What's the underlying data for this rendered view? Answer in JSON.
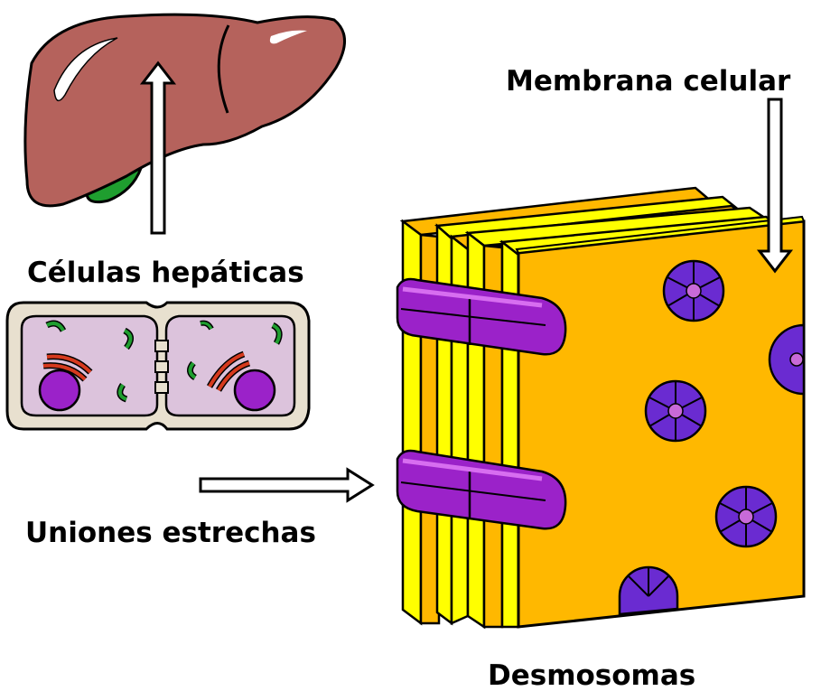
{
  "labels": {
    "liver_cells": "Células hepáticas",
    "cell_membrane": "Membrana celular",
    "tight_junctions": "Uniones estrechas",
    "desmosomes": "Desmosomas"
  },
  "colors": {
    "liver": "#b5625c",
    "liver_highlight": "#ffffff",
    "gallbladder": "#1f9e2f",
    "cell_wall": "#e8e0cf",
    "cytoplasm": "#dcc3dc",
    "nucleus": "#9b22c9",
    "organelle_green": "#1f9e2f",
    "organelle_red": "#d63a1e",
    "membrane_face": "#ffb800",
    "membrane_edge": "#ffff00",
    "junction_band": "#9b22c9",
    "desmosome": "#6a2bd1",
    "desmosome_core": "#c86ad8"
  },
  "icons": [
    "liver-icon",
    "cell-pair-icon",
    "membrane-stack-icon",
    "desmosome-icon",
    "arrow-up-icon",
    "arrow-right-icon",
    "arrow-down-icon"
  ]
}
